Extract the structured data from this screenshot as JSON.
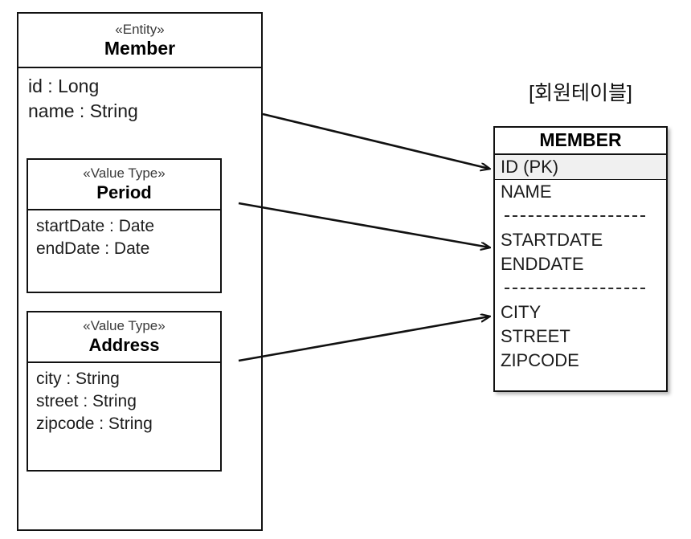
{
  "diagram": {
    "entity": {
      "stereotype": "«Entity»",
      "name": "Member",
      "attributes": [
        "id : Long",
        "name : String"
      ]
    },
    "value_types": [
      {
        "stereotype": "«Value Type»",
        "name": "Period",
        "attributes": [
          "startDate : Date",
          "endDate : Date"
        ]
      },
      {
        "stereotype": "«Value Type»",
        "name": "Address",
        "attributes": [
          "city : String",
          "street : String",
          "zipcode : String"
        ]
      }
    ],
    "table": {
      "caption": "[회원테이블]",
      "title": "MEMBER",
      "columns": [
        {
          "label": "ID (PK)",
          "kind": "pk"
        },
        {
          "label": "NAME",
          "kind": "plain"
        },
        {
          "label": "",
          "kind": "separator"
        },
        {
          "label": "STARTDATE",
          "kind": "plain"
        },
        {
          "label": "ENDDATE",
          "kind": "plain"
        },
        {
          "label": "",
          "kind": "separator"
        },
        {
          "label": "CITY",
          "kind": "plain"
        },
        {
          "label": "STREET",
          "kind": "plain"
        },
        {
          "label": "ZIPCODE",
          "kind": "plain"
        }
      ]
    },
    "mappings": [
      {
        "from": "Member",
        "to": "ID (PK)"
      },
      {
        "from": "Period",
        "to": "STARTDATE"
      },
      {
        "from": "Address",
        "to": "CITY"
      }
    ],
    "colors": {
      "stroke": "#111111",
      "pk_row_fill": "#f0f0f0",
      "background": "#ffffff"
    }
  }
}
